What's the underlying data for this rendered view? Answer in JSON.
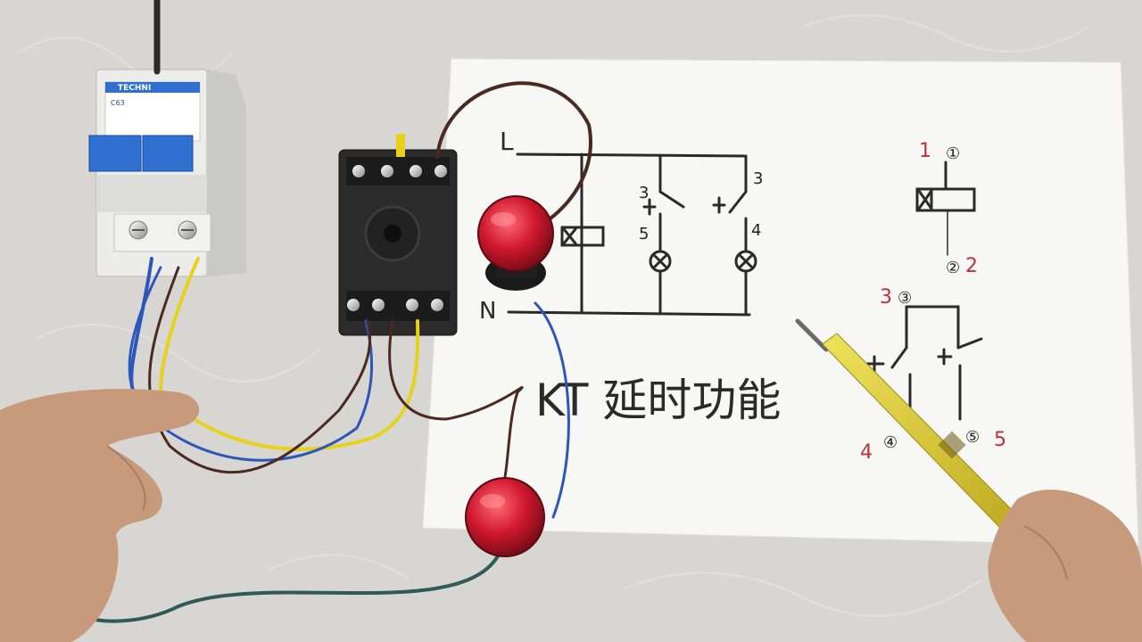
{
  "breaker": {
    "brand": "TECHNI",
    "rating": "C63"
  },
  "diagram": {
    "line_label": "L",
    "neutral_label": "N",
    "title": "KT 延时功能",
    "contact_3_left": "3",
    "contact_5_left": "5",
    "contact_3_right": "3",
    "contact_4_right": "4",
    "coil_pin_1": "1",
    "coil_pin_1_circled": "①",
    "coil_pin_2": "2",
    "coil_pin_2_circled": "②",
    "switch_pin_3": "3",
    "switch_pin_3_circled": "③",
    "switch_pin_4": "4",
    "switch_pin_4_circled": "④",
    "switch_pin_5": "5",
    "switch_pin_5_circled": "⑤"
  },
  "colors": {
    "paper": "#f7f7f5",
    "lamp_red": "#d0182e",
    "wire_blue": "#2c56b8",
    "wire_yellow": "#e6d21a",
    "wire_brown": "#4a2a20",
    "breaker_blue": "#2e6fd0",
    "relay_base": "#2b2b2b"
  }
}
